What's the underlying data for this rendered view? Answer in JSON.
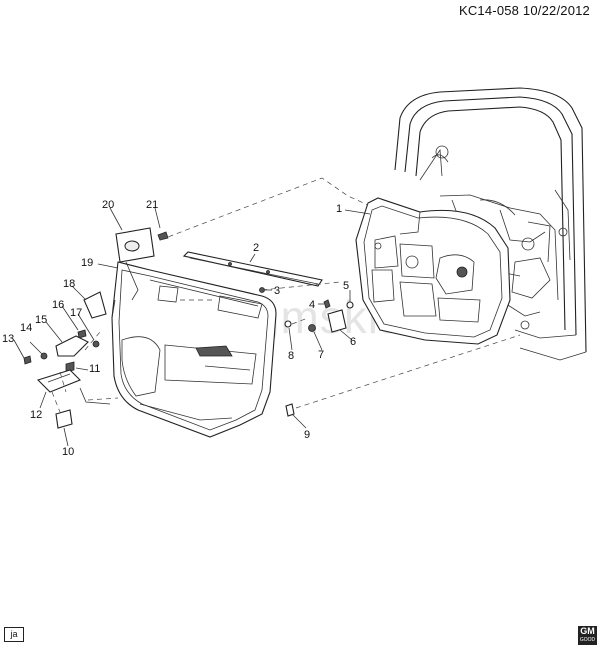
{
  "header": {
    "code": "KC14-058",
    "date": "10/22/2012"
  },
  "watermark": "www.gmsklad.ru",
  "callouts": [
    "1",
    "2",
    "3",
    "4",
    "5",
    "6",
    "7",
    "8",
    "9",
    "10",
    "11",
    "12",
    "13",
    "14",
    "15",
    "16",
    "17",
    "18",
    "19",
    "20",
    "21"
  ],
  "footer": {
    "badge": "ja",
    "logo_top": "GM",
    "logo_bottom": "GOOD"
  }
}
